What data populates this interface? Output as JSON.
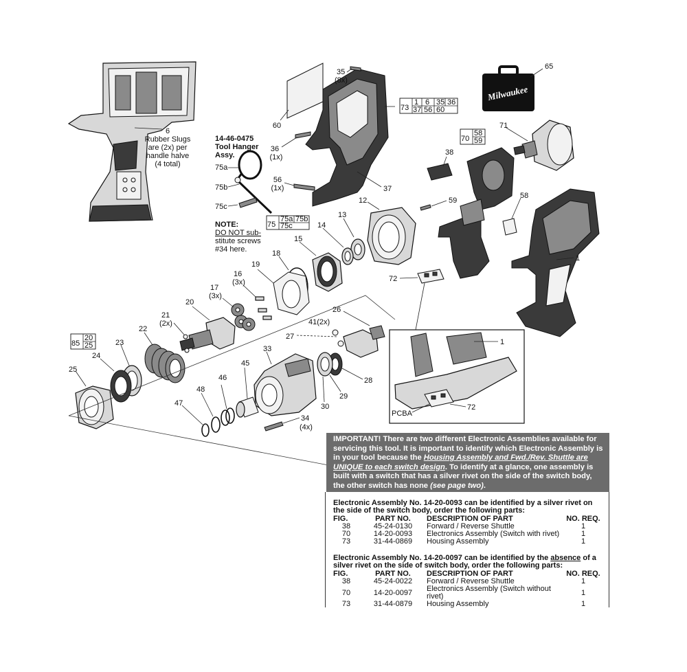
{
  "labels": {
    "p1": "1",
    "p6": "6",
    "rubber_slugs": [
      "Rubber Slugs",
      "are (2x) per",
      "handle halve",
      "(4 total)"
    ],
    "p12": "12",
    "p13": "13",
    "p14": "14",
    "p15": "15",
    "p16": "16",
    "p16q": "(3x)",
    "p17": "17",
    "p17q": "(3x)",
    "p18": "18",
    "p19": "19",
    "p20": "20",
    "p21": "21",
    "p21q": "(2x)",
    "p22": "22",
    "p23": "23",
    "p24": "24",
    "p25": "25",
    "p26": "26",
    "p27": "27",
    "p28": "28",
    "p29": "29",
    "p30": "30",
    "p33": "33",
    "p34": "34",
    "p34q": "(4x)",
    "p35": "35",
    "p35q": "(8x)",
    "p36": "36",
    "p36q": "(1x)",
    "p37": "37",
    "p38": "38",
    "p41": "41(2x)",
    "p45": "45",
    "p46": "46",
    "p47": "47",
    "p48": "48",
    "p56": "56",
    "p56q": "(1x)",
    "p58": "58",
    "p59": "59",
    "p60": "60",
    "p65": "65",
    "p71": "71",
    "p72": "72",
    "p72b": "72",
    "p1b": "1",
    "pcba": "PCBA",
    "p75a": "75a",
    "p75b": "75b",
    "p75c": "75c",
    "hanger_title": [
      "14-46-0475",
      "Tool Hanger",
      "Assy."
    ],
    "note_title": "NOTE:",
    "note_lines": [
      "DO NOT sub-",
      "stitute screws",
      "#34 here."
    ],
    "case_brand": "Milwaukee"
  },
  "boxes": {
    "b73": {
      "main": "73",
      "top": [
        "1",
        "6",
        "35",
        "36"
      ],
      "bottom": [
        "37",
        "56",
        "60"
      ]
    },
    "b70": {
      "main": "70",
      "top": [
        "58"
      ],
      "bottom": [
        "59"
      ]
    },
    "b75": {
      "main": "75",
      "top": [
        "75a",
        "75b"
      ],
      "bottom": [
        "75c"
      ]
    },
    "b85": {
      "main": "85",
      "top": [
        "20"
      ],
      "bottom": [
        "25"
      ]
    }
  },
  "important": {
    "lead": "IMPORTANT! There are two different Electronic Assemblies available for servicing this tool. It is important to identify which Electronic Assembly is in your tool because the ",
    "emph": "Housing Assembly and Fwd./Rev. Shuttle are UNIQUE to each switch design",
    "mid": ". To identify at a glance, one assembly is built with a switch that has a silver rivet on the side of the switch body, the other switch has none ",
    "tail": "(see page two)",
    "end": "."
  },
  "assembly1": {
    "heading": "Electronic Assembly No. 14-20-0093 can be identified by a silver rivet on the side of the switch body, order the following parts:",
    "columns": [
      "FIG.",
      "PART NO.",
      "DESCRIPTION OF PART",
      "NO. REQ."
    ],
    "rows": [
      [
        "38",
        "45-24-0130",
        "Forward / Reverse Shuttle",
        "1"
      ],
      [
        "70",
        "14-20-0093",
        "Electronics Assembly (Switch with rivet)",
        "1"
      ],
      [
        "73",
        "31-44-0869",
        "Housing Assembly",
        "1"
      ]
    ]
  },
  "assembly2": {
    "heading_pre": "Electronic Assembly No. 14-20-0097 can be identified by the ",
    "heading_emph": "absence",
    "heading_post": " of a silver rivet on the side of switch body, order the following parts:",
    "columns": [
      "FIG.",
      "PART NO.",
      "DESCRIPTION OF PART",
      "NO. REQ."
    ],
    "rows": [
      [
        "38",
        "45-24-0022",
        "Forward / Reverse Shuttle",
        "1"
      ],
      [
        "70",
        "14-20-0097",
        "Electronics Assembly (Switch without rivet)",
        "1"
      ],
      [
        "73",
        "31-44-0879",
        "Housing Assembly",
        "1"
      ]
    ]
  },
  "colors": {
    "important_bg": "#6c6c6c",
    "case": "#111111"
  }
}
